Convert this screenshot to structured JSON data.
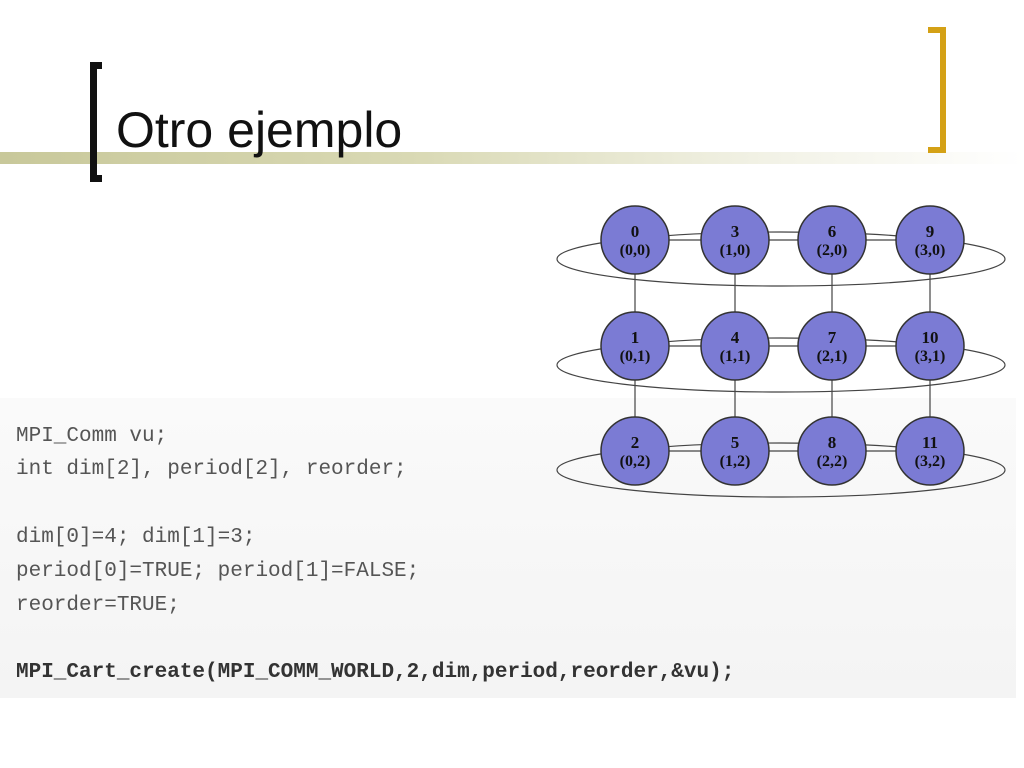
{
  "slide": {
    "title": "Otro ejemplo"
  },
  "colors": {
    "accent": "#d4a116",
    "node_fill": "#7b7bd4",
    "node_stroke": "#333333"
  },
  "diagram": {
    "columns": 4,
    "rows": 3,
    "nodes": [
      {
        "rank": "0",
        "coord": "(0,0)"
      },
      {
        "rank": "3",
        "coord": "(1,0)"
      },
      {
        "rank": "6",
        "coord": "(2,0)"
      },
      {
        "rank": "9",
        "coord": "(3,0)"
      },
      {
        "rank": "1",
        "coord": "(0,1)"
      },
      {
        "rank": "4",
        "coord": "(1,1)"
      },
      {
        "rank": "7",
        "coord": "(2,1)"
      },
      {
        "rank": "10",
        "coord": "(3,1)"
      },
      {
        "rank": "2",
        "coord": "(0,2)"
      },
      {
        "rank": "5",
        "coord": "(1,2)"
      },
      {
        "rank": "8",
        "coord": "(2,2)"
      },
      {
        "rank": "11",
        "coord": "(3,2)"
      }
    ]
  },
  "code": {
    "lines": [
      "MPI_Comm vu;",
      "int dim[2], period[2], reorder;",
      "",
      "dim[0]=4; dim[1]=3;",
      "period[0]=TRUE; period[1]=FALSE;",
      "reorder=TRUE;",
      "",
      "MPI_Cart_create(MPI_COMM_WORLD,2,dim,period,reorder,&vu);"
    ]
  }
}
